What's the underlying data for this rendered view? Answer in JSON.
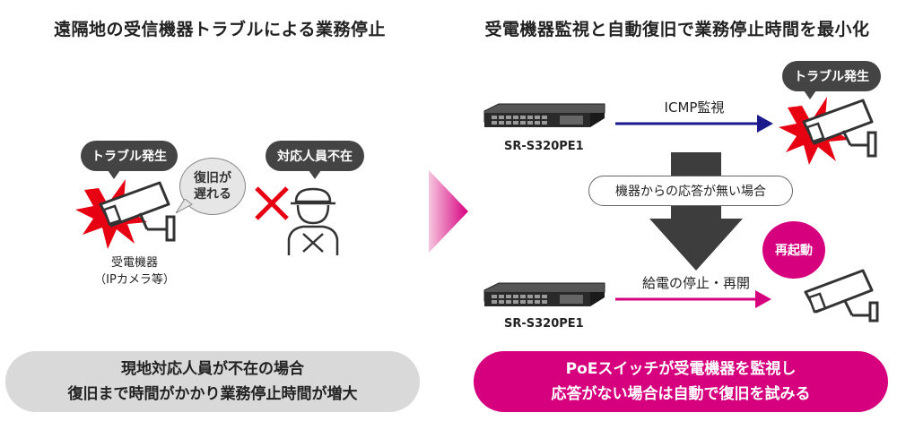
{
  "left": {
    "title": "遠隔地の受信機器トラブルによる業務停止",
    "trouble_bubble": "トラブル発生",
    "delay_bubble_line1": "復旧が",
    "delay_bubble_line2": "遅れる",
    "absent_bubble": "対応人員不在",
    "device_line1": "受電機器",
    "device_line2": "（IPカメラ等）",
    "summary_line1": "現地対応人員が不在の場合",
    "summary_line2": "復旧まで時間がかかり業務停止時間が増大"
  },
  "right": {
    "title": "受電機器監視と自動復旧で業務停止時間を最小化",
    "trouble_bubble": "トラブル発生",
    "switch_label_top": "SR-S320PE1",
    "switch_label_bottom": "SR-S320PE1",
    "icmp_label": "ICMP監視",
    "no_response_pill": "機器からの応答が無い場合",
    "power_label": "給電の停止・再開",
    "restart_badge": "再起動",
    "summary_line1": "PoEスイッチが受電機器を監視し",
    "summary_line2": "応答がない場合は自動で復旧を試みる"
  },
  "colors": {
    "accent": "#d6007f",
    "arrow_blue": "#1a1a8c",
    "summary_gray": "#d9d9d9",
    "dark": "#444444"
  },
  "icons": [
    "camera-icon",
    "burst-icon",
    "cross-icon",
    "worker-icon",
    "switch-icon",
    "down-arrow-icon",
    "chevron-right-icon"
  ]
}
